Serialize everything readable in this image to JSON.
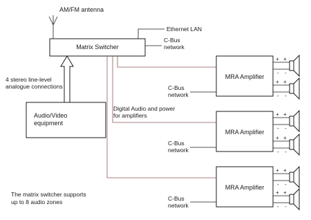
{
  "antenna": {
    "label": "AM/FM antenna"
  },
  "switcher": {
    "label": "Matrix Switcher"
  },
  "ethernet": {
    "label": "Ethernet LAN"
  },
  "switcher_cbus": {
    "line1": "C-Bus",
    "line2": "network"
  },
  "inputs": {
    "line1": "4 stereo line-level",
    "line2": "analogue connections"
  },
  "av": {
    "line1": "Audio/Video",
    "line2": "equipment"
  },
  "digital": {
    "line1": "Digital Audio and power",
    "line2": "for amplifiers"
  },
  "amplifiers": [
    {
      "label": "MRA  Amplifier",
      "cbus1": "C-Bus",
      "cbus2": "network"
    },
    {
      "label": "MRA  Amplifier",
      "cbus1": "C-Bus",
      "cbus2": "network"
    },
    {
      "label": "MRA  Amplifier",
      "cbus1": "C-Bus",
      "cbus2": "network"
    }
  ],
  "note": {
    "line1": "The matrix switcher supports",
    "line2": "up to 8 audio zones"
  },
  "polarity": {
    "plus": "+",
    "minus": "-"
  }
}
